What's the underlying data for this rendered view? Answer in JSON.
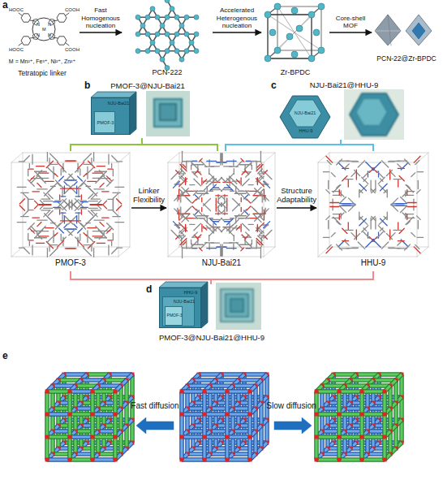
{
  "diagram": {
    "nodes": [
      {
        "text": [
          "M = Mn²⁺, Fe³⁺, Ni²⁺, Zn²⁺",
          "Tetratopic linker"
        ]
      },
      {
        "text": [
          "PCN-222"
        ]
      },
      {
        "text": [
          "Zr-BPDC"
        ]
      },
      {
        "text": [
          "PCN-22@Zr-BPDC"
        ]
      },
      {
        "text": [
          "PMOF-3@NJU-Bai21",
          "NJU-Bai21"
        ]
      },
      {
        "text": [
          "PMOF-3"
        ],
        "in": 4
      },
      {
        "text": [
          "NJU-Bai21@HHU-9",
          "HHU-9"
        ]
      },
      {
        "text": [
          "NJU-Bai21"
        ],
        "in": 6
      },
      {
        "text": [
          "PMOF-3"
        ]
      },
      {
        "text": [
          "NJU-Bai21"
        ]
      },
      {
        "text": [
          "HHU-9"
        ]
      },
      {
        "text": [
          "PMOF-3@NJU-Bai21@HHU-9",
          "HHU-9"
        ]
      },
      {
        "text": [
          "NJU-Bai21"
        ],
        "in": 11
      },
      {
        "text": [
          "PMOF-3"
        ],
        "in": 12
      }
    ],
    "edges": [
      {
        "from": 0,
        "to": 1,
        "label": "Fast Homogenous nucleation",
        "arrow": "to"
      },
      {
        "from": 1,
        "to": 2,
        "label": "Accelerated Heterogenous nucleation",
        "arrow": "to"
      },
      {
        "from": 2,
        "to": 3,
        "label": "Core-shell MOF",
        "arrow": "to"
      },
      {
        "from": 8,
        "to": 9,
        "label": "Linker Flexibility",
        "arrow": "to"
      },
      {
        "from": 9,
        "to": 10,
        "label": "Structure Adaptability",
        "arrow": "to"
      }
    ],
    "labels": [
      "a",
      "HOOC",
      "COOH",
      "N",
      "N",
      "M",
      "N",
      "N",
      "HOOC",
      "COOH",
      "b",
      "c",
      "d",
      "e",
      "Fast diffusion",
      "Slow diffusion"
    ]
  }
}
